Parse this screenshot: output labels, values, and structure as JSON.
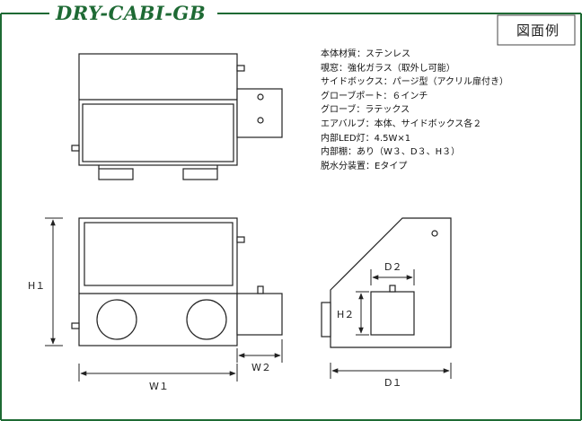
{
  "header": {
    "title": "DRY-CABI-GB",
    "tab_label": "図面例",
    "accent_color": "#1e6a34"
  },
  "specs": [
    "本体材質：ステンレス",
    "覗窓：強化ガラス（取外し可能）",
    "サイドボックス：パージ型（アクリル扉付き）",
    "グローブポート：６インチ",
    "グローブ：ラテックス",
    "エアバルブ：本体、サイドボックス各２",
    "内部LED灯：4.5W×1",
    "内部棚：あり（W３、D３、H３）",
    "脱水分装置：Eタイプ"
  ],
  "dimensions": {
    "h1": "H１",
    "w1": "W１",
    "w2": "W２",
    "d1": "D１",
    "d2": "D２",
    "h2": "H２"
  }
}
